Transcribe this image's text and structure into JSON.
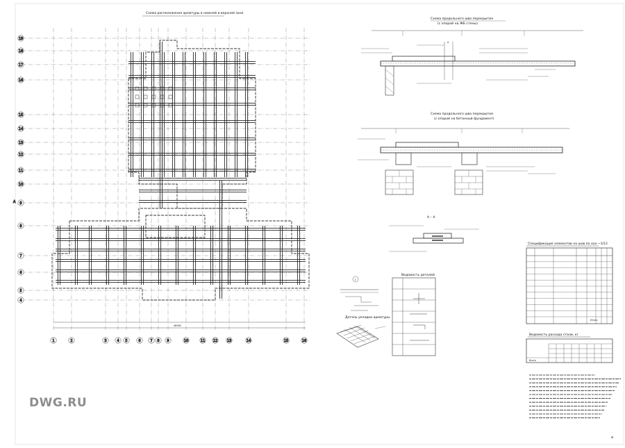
{
  "drawing": {
    "plan_title": "Схема расположения арматуры в нижней и верхней зоне",
    "section1_title": "Схема продольного шва перекрытия",
    "section1_sub": "(с опорой на ЖБ стены)",
    "section2_title": "Схема продольного шва перекрытия",
    "section2_sub": "(с опорой на бетонный фундамент)",
    "cut_title": "А – А",
    "spec_title": "Спецификация элементов на шов по оси ~1/12",
    "rebar_title": "Ведомость расхода стали, кг",
    "bars_title": "Ведомость деталей",
    "detail_title": "Деталь укладки арматуры",
    "detail_mark": "1",
    "total_dim": "48580",
    "grid_cols": [
      "1",
      "2",
      "3",
      "4",
      "5",
      "6",
      "7",
      "8",
      "9",
      "10",
      "11",
      "12",
      "13",
      "14",
      "15",
      "16"
    ],
    "grid_rows": [
      "19",
      "18",
      "17",
      "16",
      "15",
      "14",
      "13",
      "12",
      "11",
      "10",
      "9",
      "8",
      "7",
      "6",
      "5",
      "4"
    ],
    "row_side_mark": "А",
    "spec_rows": 10,
    "spec_total_label": "Итого",
    "rebar_total_label": "Всего",
    "notes_count": 12,
    "sheet_no": "а"
  },
  "watermark": "DWG.RU",
  "colors": {
    "line": "#333333",
    "hatch": "#555555",
    "background": "#ffffff"
  }
}
